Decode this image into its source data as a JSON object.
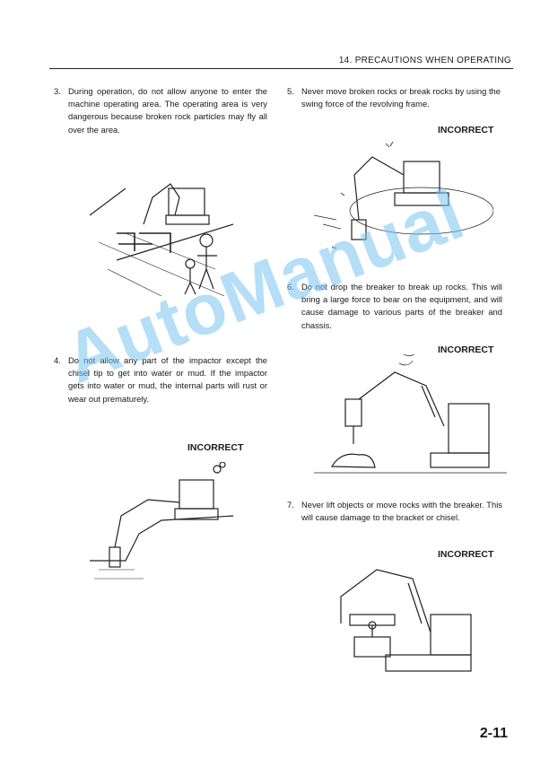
{
  "header": {
    "title": "14. PRECAUTIONS WHEN OPERATING"
  },
  "items": [
    {
      "number": "3.",
      "text": "During operation, do not allow anyone to enter the machine operating area. The operating area is very dangerous because broken rock particles may fly all over the area."
    },
    {
      "number": "4.",
      "text": "Do not allow any part of the impactor except the chisel tip to get into water or mud. If the impactor gets into water or mud, the internal parts will rust or wear out prematurely.",
      "label": "INCORRECT"
    },
    {
      "number": "5.",
      "text": "Never move broken rocks or break rocks by using the swing force of the revolving frame.",
      "label": "INCORRECT"
    },
    {
      "number": "6.",
      "text": "Do not drop the breaker to break up rocks. This will bring a large force to bear on the equipment, and will cause damage to various parts of the breaker and chassis.",
      "label": "INCORRECT"
    },
    {
      "number": "7.",
      "text": "Never lift objects or move rocks with the breaker. This will cause damage to the bracket or chisel.",
      "label": "INCORRECT"
    }
  ],
  "watermark": "AutoManual",
  "page_number": "2-11"
}
